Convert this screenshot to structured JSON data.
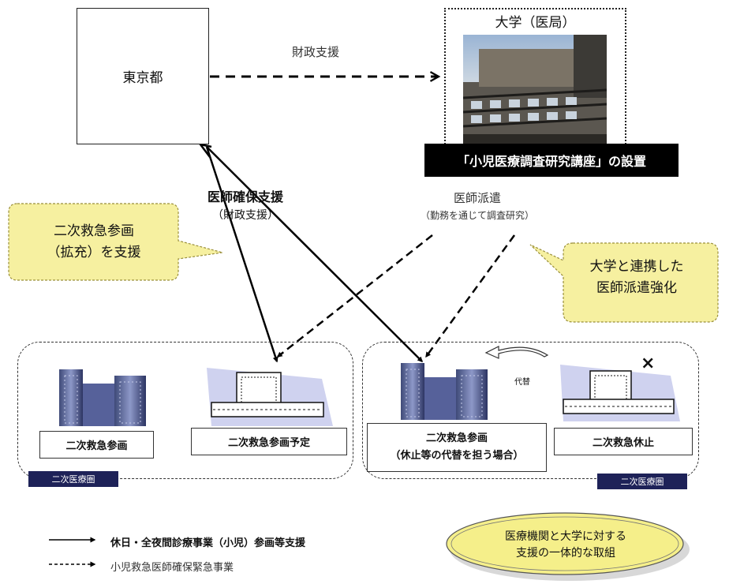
{
  "nodes": {
    "tokyo": "東京都",
    "university_title": "大学（医局）",
    "course_banner": "「小児医療調査研究講座」の設置"
  },
  "arrows": {
    "financial_support": "財政支援",
    "doctor_support_main": "医師確保支援",
    "doctor_support_sub": "（財政支援）",
    "dispatch_main": "医師派遣",
    "dispatch_sub": "（勤務を通じて調査研究）"
  },
  "callouts": {
    "left": [
      "二次救急参画",
      "（拡充）を支援"
    ],
    "right": [
      "大学と連携した",
      "医師派遣強化"
    ]
  },
  "hospitals": {
    "h1": "二次救急参画",
    "h2": "二次救急参画予定",
    "h3_line1": "二次救急参画",
    "h3_line2": "（休止等の代替を担う場合）",
    "h4": "二次救急休止",
    "substitute": "代替",
    "cross": "×"
  },
  "regions": {
    "left_tag": "二次医療圏",
    "right_tag": "二次医療圏"
  },
  "legend": {
    "solid": "休日・全夜間診療事業（小児）参画等支援",
    "dashed": "小児救急医師確保緊急事業"
  },
  "summary": [
    "医療機関と大学に対する",
    "支援の一体的な取組"
  ]
}
